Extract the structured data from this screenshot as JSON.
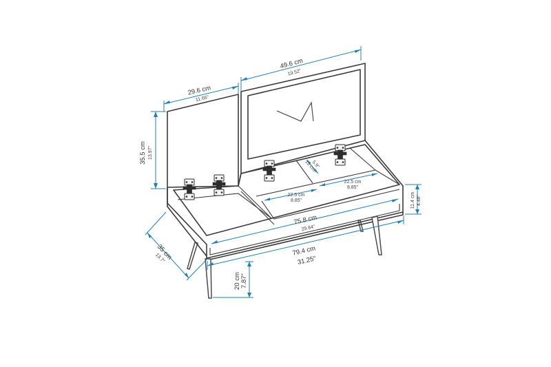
{
  "dimensions": {
    "top_width": {
      "metric": "49.6 cm",
      "imperial": "19.52\""
    },
    "left_lid_width": {
      "metric": "29.6 cm",
      "imperial": "11.65\""
    },
    "lid_height": {
      "metric": "35.5 cm",
      "imperial": "13.97\""
    },
    "compartment_left": {
      "metric": "22.5 cm",
      "imperial": "8.85\""
    },
    "compartment_right": {
      "metric": "22.5 cm",
      "imperial": "8.85\""
    },
    "compartment_depth": {
      "metric": "15 cm",
      "imperial": "5.9\""
    },
    "box_height": {
      "metric": "11.4 cm",
      "imperial": "4.48\""
    },
    "inner_width": {
      "metric": "75.8 cm",
      "imperial": "29.84\""
    },
    "total_width": {
      "metric": "79.4 cm",
      "imperial": "31.25\""
    },
    "depth": {
      "metric": "35 cm",
      "imperial": "13.7\""
    },
    "leg_height": {
      "metric": "20 cm",
      "imperial": "7.87\""
    }
  },
  "colors": {
    "dimension_line": "#1f7fb8",
    "outline": "#3a3a3a"
  },
  "icons": [
    "hinge-icon"
  ]
}
